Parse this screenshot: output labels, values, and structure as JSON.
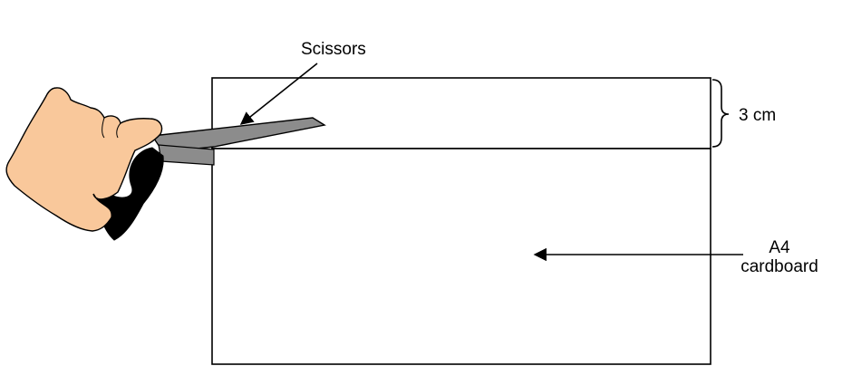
{
  "labels": {
    "scissors": "Scissors",
    "strip_width": "3 cm",
    "cardboard_line1": "A4",
    "cardboard_line2": "cardboard"
  },
  "colors": {
    "skin": "#F9C89B",
    "blade": "#8C8C8C",
    "handle": "#000000",
    "outline": "#000000"
  },
  "icons": {
    "hand": "hand-icon",
    "scissors": "scissors-icon"
  }
}
